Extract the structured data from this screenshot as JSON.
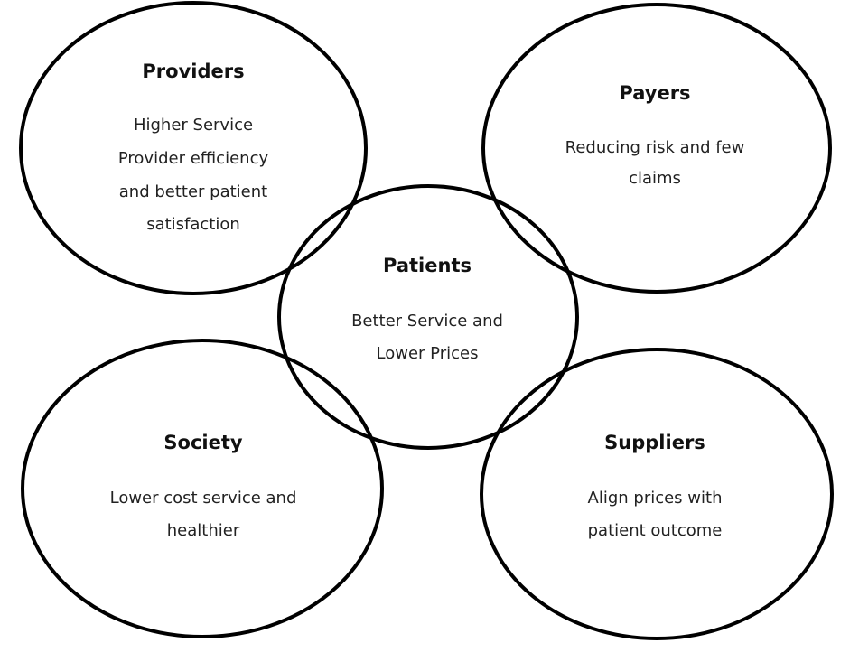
{
  "nodes": {
    "providers": {
      "title": "Providers",
      "lines": [
        "Higher Service",
        "Provider efficiency",
        "and better patient",
        "satisfaction"
      ]
    },
    "payers": {
      "title": "Payers",
      "lines": [
        "Reducing risk and few",
        "claims"
      ]
    },
    "patients": {
      "title": "Patients",
      "lines": [
        "Better Service and",
        "Lower Prices"
      ]
    },
    "society": {
      "title": "Society",
      "lines": [
        "Lower cost service and",
        "healthier"
      ]
    },
    "suppliers": {
      "title": "Suppliers",
      "lines": [
        "Align prices with",
        "patient outcome"
      ]
    }
  }
}
